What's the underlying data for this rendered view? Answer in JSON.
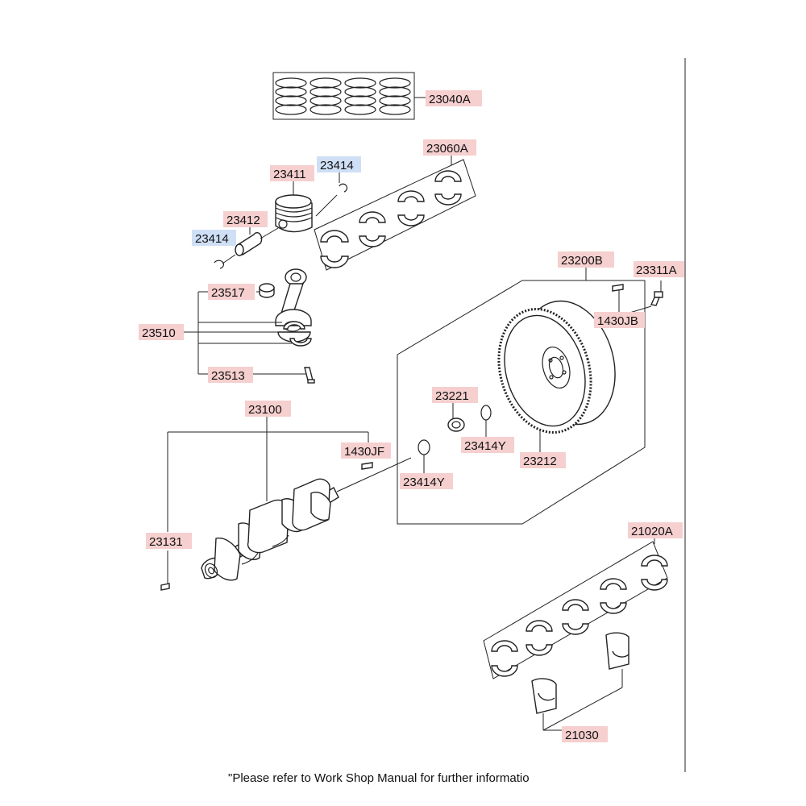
{
  "colors": {
    "label_pink": "#f6cfcf",
    "label_blue": "#cfdff6",
    "line": "#222222"
  },
  "labels": {
    "piston_rings": "23040A",
    "con_rod_bearings": "23060A",
    "piston_clip_top": "23414",
    "piston": "23411",
    "piston_pin": "23412",
    "piston_clip_bottom": "23414",
    "small_end_bush": "23517",
    "con_rod_assy": "23510",
    "con_rod_bolt": "23513",
    "crankshaft": "23100",
    "crank_pin_jf": "1430JF",
    "crank_key": "23131",
    "flywheel_assy": "23200B",
    "flywheel_bolt": "23311A",
    "flywheel_pin_jb": "1430JB",
    "pilot_bearing": "23221",
    "snap_ring_upper": "23414Y",
    "snap_ring_lower": "23414Y",
    "ring_gear": "23212",
    "main_bearings": "21020A",
    "thrust_washers": "21030"
  },
  "footer": "\"Please refer to Work Shop Manual for further informatio"
}
